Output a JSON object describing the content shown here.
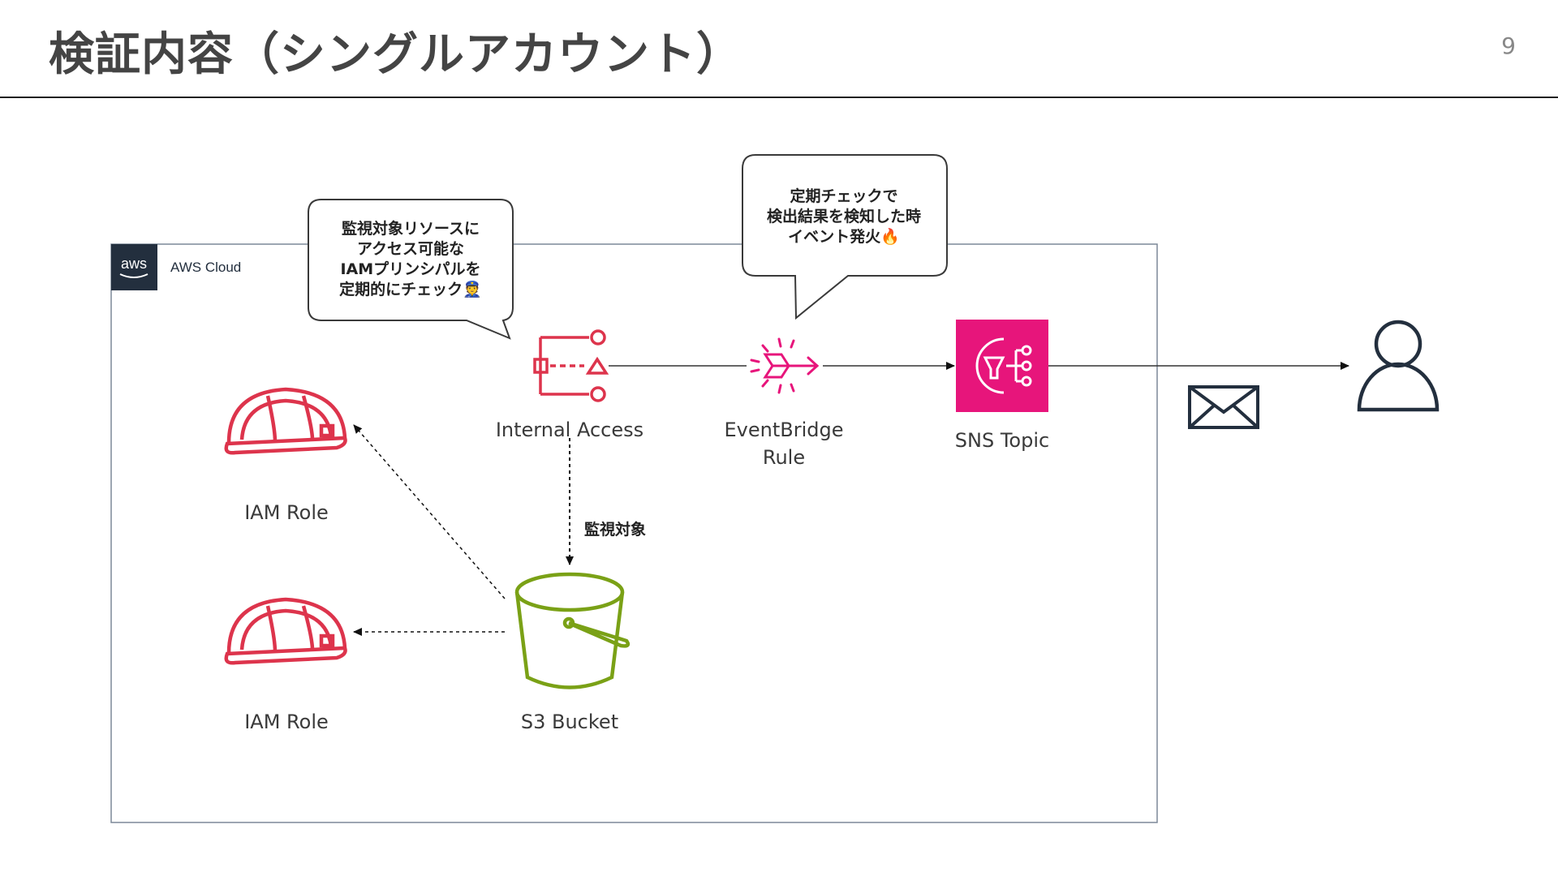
{
  "slide": {
    "title": "検証内容（シングルアカウント）",
    "page_number": "9"
  },
  "aws_cloud": {
    "logo_text": "aws",
    "label": "AWS Cloud"
  },
  "nodes": {
    "internal_access": {
      "label": "Internal Access",
      "icon": "internal-access-analyzer-icon"
    },
    "eventbridge_rule": {
      "label_line1": "EventBridge",
      "label_line2": "Rule",
      "icon": "eventbridge-rule-icon"
    },
    "sns_topic": {
      "label": "SNS Topic",
      "icon": "sns-topic-icon"
    },
    "s3_bucket": {
      "label": "S3 Bucket",
      "icon": "s3-bucket-icon"
    },
    "iam_role_1": {
      "label": "IAM Role",
      "icon": "iam-role-helmet-icon"
    },
    "iam_role_2": {
      "label": "IAM Role",
      "icon": "iam-role-helmet-icon"
    },
    "email": {
      "icon": "envelope-icon"
    },
    "user": {
      "icon": "user-icon"
    }
  },
  "edge_labels": {
    "monitor_target": "監視対象"
  },
  "callouts": {
    "left": {
      "lines": [
        "監視対象リソースに",
        "アクセス可能な",
        "IAMプリンシパルを",
        "定期的にチェック👮"
      ]
    },
    "right": {
      "lines": [
        "定期チェックで",
        "検出結果を検知した時",
        "イベント発火🔥"
      ]
    }
  },
  "colors": {
    "aws_squid_ink": "#232f3e",
    "internal_access_red": "#dd344c",
    "eventbridge_pink": "#e7157b",
    "sns_pink": "#e7157b",
    "s3_green": "#7aa116",
    "iam_red": "#dd344c",
    "ink": "#232f3e"
  }
}
